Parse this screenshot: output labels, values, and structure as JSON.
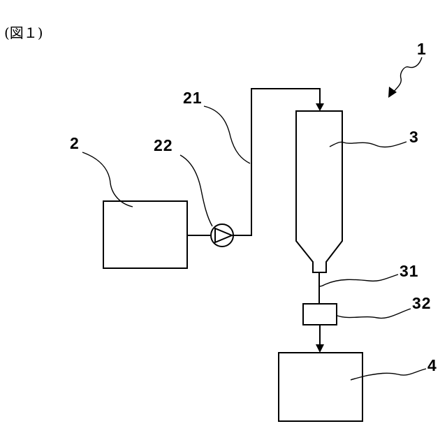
{
  "figure": {
    "caption": "(図１)"
  },
  "labels": {
    "system": "1",
    "tank": "2",
    "pipe_feed": "21",
    "pump": "22",
    "vessel": "3",
    "pipe_outlet": "31",
    "valve": "32",
    "receiver": "4"
  },
  "colors": {
    "line": "#000000",
    "background": "#ffffff"
  },
  "icons": {
    "pump": "pump-icon",
    "arrowheads": "arrowhead-icon"
  }
}
